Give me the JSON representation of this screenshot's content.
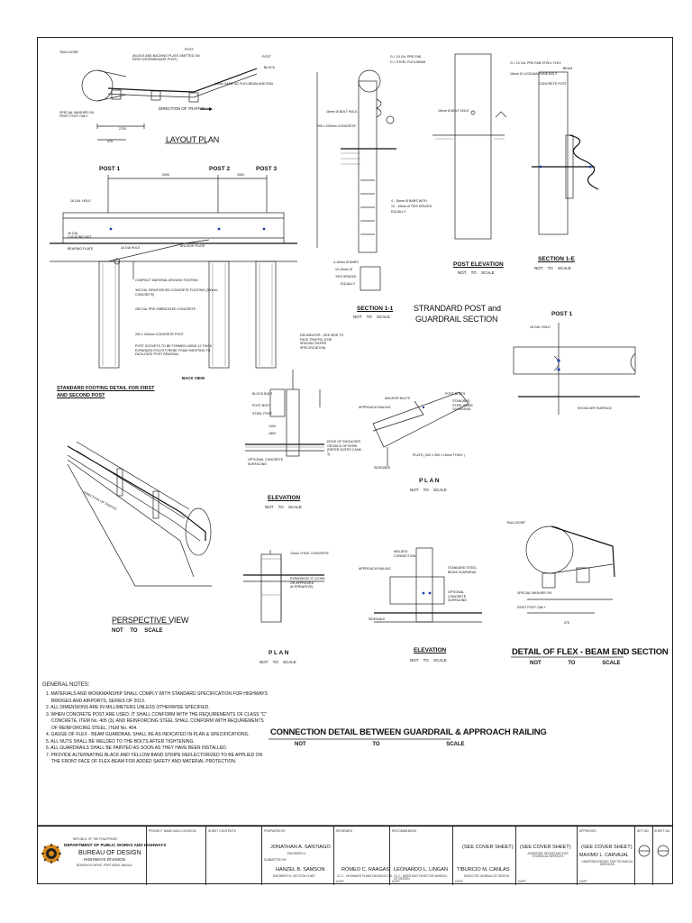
{
  "drawings": {
    "layout_plan": {
      "title": "LAYOUT PLAN",
      "labels": [
        "\"BULLNOSE\"",
        "POST",
        "(BLOCK AND BACKING PLATE OMITTED ON FIRST INTERMEDIATE POST)",
        "POST",
        "BLOCK",
        "16mm SAME AS FLEX-BEAM AND END",
        "DIRECTION OF TRAFFIC",
        "SPECIAL WASHER ON FIRST POST ONLY",
        "2700",
        "375"
      ]
    },
    "back_view": {
      "title": "BACK VIEW",
      "posts": [
        "POST 1",
        "POST 2",
        "POST 3"
      ],
      "dims": [
        "2000",
        "2500"
      ],
      "labels": [
        "16 DIA. HOLE",
        "16 DIA. LOCATING NUT",
        "BEARING PLATE",
        "16 DIA HOLE",
        "ANCHOR PLATE",
        "COMPACT MATERIAL AROUND FOOTING",
        "300 DIA. REINFORCED CONCRETE FOOTING (300mm CONCRETE)",
        "250 DIA. PRE-FABRICATED CONCRETE",
        "200 x 200mm CONCRETE POST",
        "POST SOCKETS TO BE FORMED USING 12 THICK EXPANDED POLYSTYRENE FOAM SHEETING TO FACILITATE POST REMOVAL"
      ]
    },
    "footing_detail": {
      "title": "STANDARD FOOTING DETAIL FOR FIRST AND SECOND POST"
    },
    "section_1_1": {
      "title": "SECTION 1-1",
      "nts": "NOT TO SCALE",
      "labels": [
        "G.I. 10 GA. PRE-FAB",
        "G.I. STEEL FLEX-BEAM",
        "16mm Ø BOLT HOLE",
        "200 x 200mm CONCRETE",
        "4 - 16mm Ø BARS WITH",
        "10 - 10mm Ø TIES SPACED",
        "EQUALLY",
        "4-16mm Ø BARS",
        "10-10mm Ø",
        "TIES SPACED",
        "EQUALLY"
      ]
    },
    "post_elevation": {
      "title": "POST ELEVATION",
      "nts": "NOT TO SCALE",
      "labels": [
        "16mm Ø BOLT HOLE"
      ]
    },
    "section_1e": {
      "title": "SECTION 1-E",
      "nts": "NOT TO SCALE",
      "labels": [
        "G.I. 10 GA. PRE-FAB STEEL FLEX",
        "BEAM",
        "16mm Ø LOCK/MACHINE BOLT",
        "CONCRETE POST"
      ]
    },
    "standard_post": {
      "title_line1": "STRANDARD POST and",
      "title_line2": "GUARDRAIL SECTION"
    },
    "post1_detail": {
      "post": "POST 1",
      "labels": [
        "16 DIA. HOLE",
        "SHOULDER SURFACE"
      ]
    },
    "elevation_left": {
      "title": "ELEVATION",
      "nts": "NOT TO SCALE",
      "labels": [
        "DELINEATOR - SEE SIDE TO FACE TRAFFIC (FOR SPACING REFER SPECIFICATION)",
        "BLOCK BOLT",
        "POST BOLT",
        "STEEL POST",
        "1000",
        "1800",
        "EDGE OF SHOULDER OR BACK OF KERB (REFER NOTES 2 AND 3)",
        "OPTIONAL CONCRETE SURFACING"
      ]
    },
    "plan_top": {
      "title": "P L A N",
      "nts": "NOT TO SCALE",
      "labels": [
        "ANCHOR BOLTS",
        "POST BOLTS",
        "STANDARD STEEL BEAM GUARDRAIL",
        "APPROACH RAILING",
        "PLATE ( 300 x 300 x 16mm THICK )",
        "SIDEWALK"
      ]
    },
    "perspective": {
      "title": "PERSPECTIVE VIEW",
      "nts": "NOT TO SCALE",
      "labels": [
        "DIRECTION OF TRAFFIC"
      ]
    },
    "plan_bottom": {
      "title": "P L A N",
      "nts": "NOT TO SCALE",
      "labels": [
        "12mm THICK CONCRETE",
        "EXPANSION JT. (CORK OR APPROVED ALTERNATIVE)"
      ]
    },
    "elevation_bottom": {
      "title": "ELEVATION",
      "nts": "NOT TO SCALE",
      "labels": [
        "WELDED CONNECTION",
        "APPROACH RAILING",
        "STANDARD STEEL BEAM GUARDRAIL",
        "OPTIONAL CONCRETE SURFACING",
        "SIDEWALK"
      ]
    },
    "flex_beam_end": {
      "title": "DETAIL OF FLEX - BEAM END SECTION",
      "nts": "NOT TO SCALE",
      "labels": [
        "\"BULLNOSE\"",
        "SPECIAL WASHER ON",
        "FIRST POST ONLY",
        "375"
      ]
    },
    "connection_detail": {
      "title": "CONNECTION DETAIL BETWEEN GUARDRAIL & APPROACH RAILING",
      "nts": "NOT TO SCALE"
    }
  },
  "general_notes": {
    "heading": "GENERAL NOTES:",
    "items": [
      "1. MATERIALS AND WORKMANSHIP SHALL COMPLY WITH STANDARD SPECIFICATION FOR HIGHWAYS BRIDGES AND AIRPORTS, SERIES OF 2013.",
      "2. ALL DIMENSIONS ARE IN MILLIMETERS UNLESS OTHERWISE SPECIFIED.",
      "3. WHEN CONCRETE POST ARE USED, IT SHALL CONFORM WITH THE REQUIREMENTS OF CLASS \"C\" CONCRETE, ITEM No. 405 (3), AND REINFORCING STEEL SHALL CONFORM WITH REQUIREMENTS OF REINFORCING STEEL, ITEM No. 404.",
      "4. GAUGE OF FLEX - BEAM GUARDRAIL SHALL BE AS INDICATED IN PLAN & SPECIFICATIONS.",
      "5. ALL NUTS SHALL BE WELDED TO THE BOLTS AFTER TIGHTENING.",
      "6. ALL GUARDRAILS SHALL BE PAINTED AS SOON AS THEY HAVE BEEN INSTALLED.",
      "7. PROVIDE ALTERNATING BLACK AND YELLOW BAND STRIPE REFLECTORIZED TO BE APPLIED ON THE FRONT FACE OF FLEX-BEAM FOR ADDED SAFETY AND MATERIAL PROTECTION."
    ]
  },
  "title_block": {
    "agency": {
      "republic": "REPUBLIC OF THE PHILIPPINES",
      "department": "DEPARTMENT OF PUBLIC WORKS AND HIGHWAYS",
      "bureau": "BUREAU OF DESIGN",
      "division": "HIGHWAYS DIVISION",
      "address": "BONIFACIO DRIVE, PORT AREA, MANILA"
    },
    "headers": {
      "project": "PROJECT NAME AND LOCATION",
      "contents": "SHEET CONTENTS",
      "prepared": "PREPARED BY",
      "reviewed": "REVIEWED",
      "recommended": "RECOMMENDED",
      "approved": "APPROVED",
      "set_no": "SET NO.",
      "sheet_no": "SHEET NO."
    },
    "prepared_by": {
      "name": "JONATHAN A. SANTIAGO",
      "role": "ENGINEER IV"
    },
    "submitted": {
      "label": "SUBMITTED BY",
      "name": "HANZEL B. SAMSON",
      "role": "ENGINEER IV, SECTION CHIEF"
    },
    "reviewed_by": {
      "name": "ROMEO C. RAAGAS",
      "role": "O.I.C., HIGHWAYS PLANS DESIGN B.O.D."
    },
    "recommended_1": {
      "name": "LEONARDO L. LINGAN",
      "role": "O.I.C., ASSISTANT DIRECTOR BUREAU OF DESIGN"
    },
    "recommended_2": {
      "name": "TIBURCIO M. CANLAS",
      "role": "DIRECTOR, BUREAU OF DESIGN"
    },
    "cover_1": {
      "name": "(SEE COVER SHEET)",
      "role": "O.I.C., HIGHWAYS PLANS DESIGN B.O.D."
    },
    "cover_2": {
      "name": "(SEE COVER SHEET)",
      "role": "ASSISTANT SECRETARY FOR TECHNICAL SERVICES"
    },
    "approved_1": {
      "name": "(SEE COVER SHEET)"
    },
    "approved_2": {
      "name": "MAXIMO L. CARVAJAL",
      "role": "UNDERSECRETARY FOR TECHNICAL SERVICES"
    },
    "date": "DATE"
  }
}
